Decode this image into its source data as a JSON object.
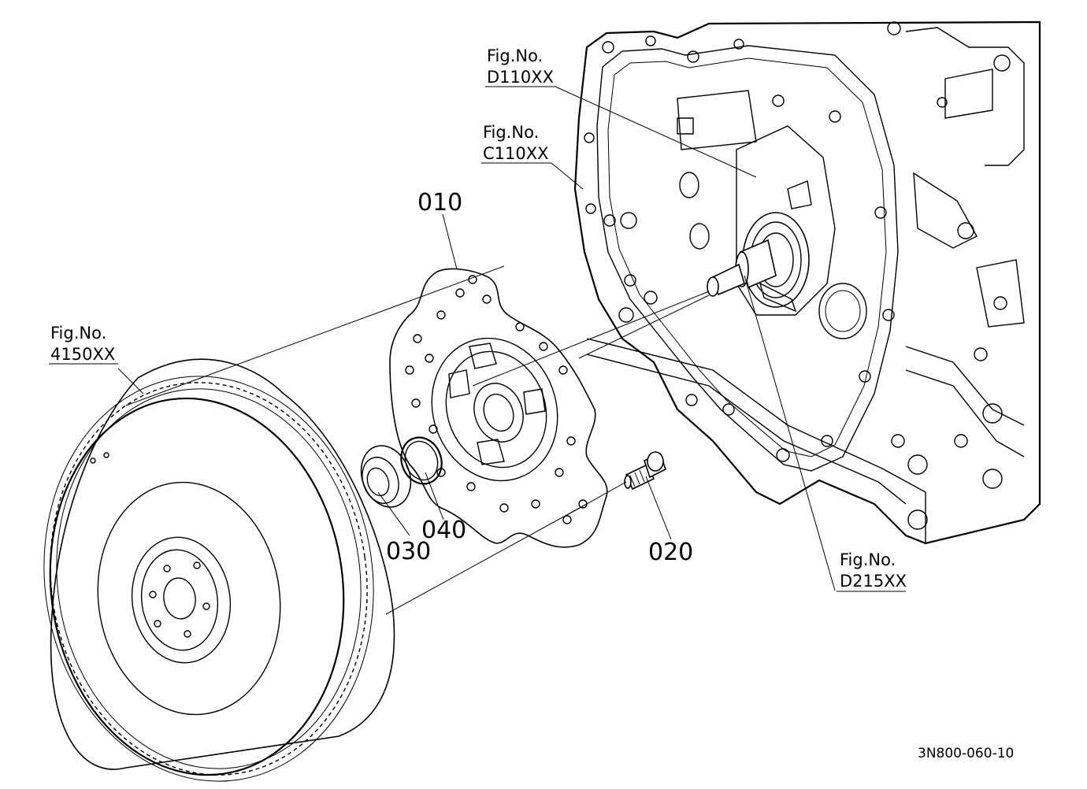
{
  "diagram": {
    "part_labels": [
      "010",
      "020",
      "030",
      "040"
    ],
    "figure_refs": [
      {
        "line1": "Fig.No.",
        "line2": "D110XX"
      },
      {
        "line1": "Fig.No.",
        "line2": "C110XX"
      },
      {
        "line1": "Fig.No.",
        "line2": "4150XX"
      },
      {
        "line1": "Fig.No.",
        "line2": "D215XX"
      }
    ],
    "drawing_code": "3N800-060-10"
  }
}
